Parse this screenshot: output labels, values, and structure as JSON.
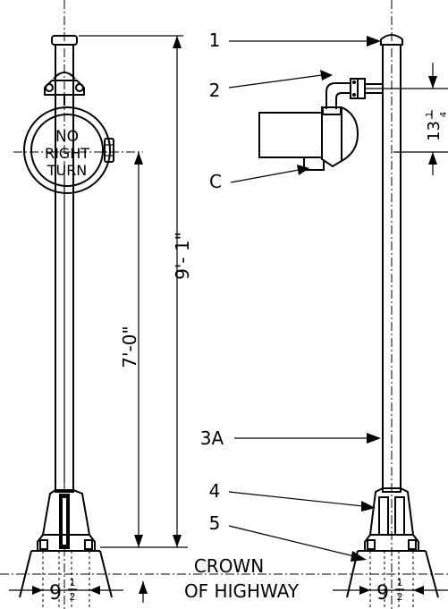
{
  "sign": {
    "line1": "NO",
    "line2": "RIGHT",
    "line3": "TURN"
  },
  "dimensions": {
    "overall_height": "9'- 1\"",
    "sign_height": "7'-0\"",
    "bracket_offset_whole": "13",
    "bracket_offset_num": "1",
    "bracket_offset_den": "4",
    "base_left_whole": "9",
    "base_left_num": "1",
    "base_left_den": "2",
    "base_right_whole": "9",
    "base_right_num": "1",
    "base_right_den": "2"
  },
  "callouts": {
    "c1": "1",
    "c2": "2",
    "c3": "C",
    "c4": "3A",
    "c5": "4",
    "c6": "5"
  },
  "ground": {
    "line1": "CROWN",
    "line2": "OF HIGHWAY"
  }
}
